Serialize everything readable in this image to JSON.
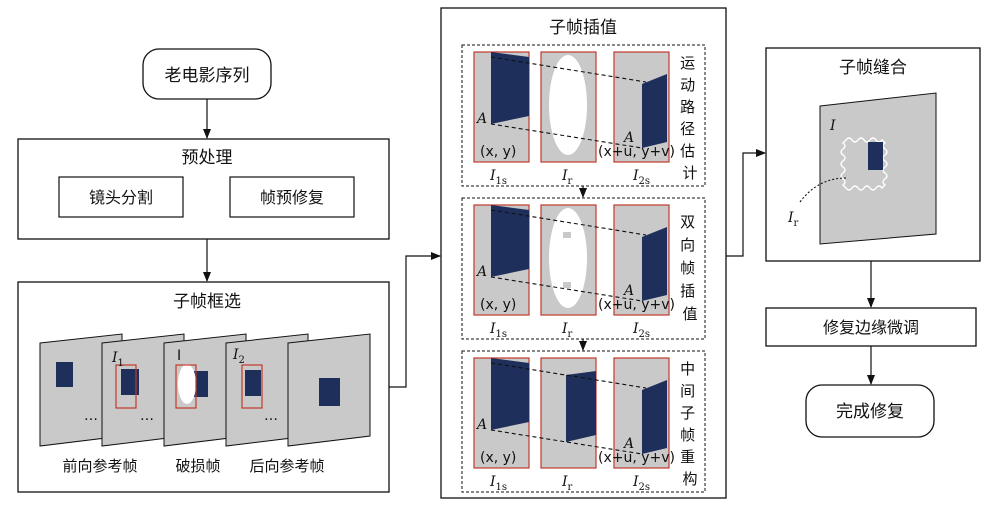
{
  "nodes": {
    "source": "老电影序列",
    "preprocess": {
      "title": "预处理",
      "shot_segmentation": "镜头分割",
      "frame_prerepair": "帧预修复"
    },
    "subframe_selection": {
      "title": "子帧框选",
      "label_i1": "I",
      "label_i1_sub": "1",
      "label_i": "I",
      "label_i2": "I",
      "label_i2_sub": "2",
      "dots": "…",
      "captions": [
        "前向参考帧",
        "破损帧",
        "后向参考帧"
      ]
    },
    "subframe_interpolation": {
      "title": "子帧插值",
      "point_a": "A",
      "point_a_prime": "A",
      "coord_xy": "(x, y)",
      "coord_xuv": "(x+u, y+v)",
      "frame_i1s": "I",
      "frame_i1s_sub": "1s",
      "frame_ir": "I",
      "frame_ir_sub": "r",
      "frame_i2s": "I",
      "frame_i2s_sub": "2s",
      "stages": [
        [
          "运",
          "动",
          "路",
          "径",
          "估",
          "计"
        ],
        [
          "双",
          "向",
          "帧",
          "插",
          "值"
        ],
        [
          "中",
          "间",
          "子",
          "帧",
          "重",
          "构"
        ]
      ]
    },
    "subframe_stitching": {
      "title": "子帧缝合",
      "label_i": "I",
      "label_ir": "I",
      "label_ir_sub": "r"
    },
    "edge_finetune": "修复边缘微调",
    "complete": "完成修复"
  },
  "colors": {
    "frame_fill": "#c9c9c9",
    "dark_block": "#1f2f5c",
    "red_outline": "#c0392b",
    "line": "#111111"
  }
}
